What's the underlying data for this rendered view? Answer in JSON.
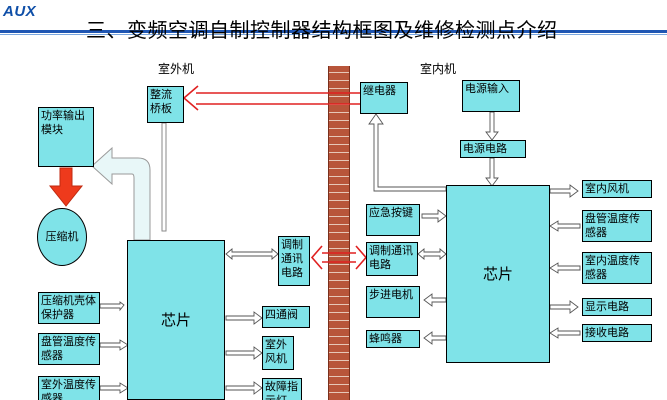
{
  "header": {
    "logo": "AUX",
    "title": "三、变频空调自制控制器结构框图及维修检测点介绍"
  },
  "regions": {
    "outdoor": "室外机",
    "indoor": "室内机"
  },
  "outdoor": {
    "rectifier": "整流桥板",
    "power_module": "功率输出模块",
    "compressor": "压缩机",
    "chip": "芯片",
    "comm_circuit": "调制通讯电路",
    "comp_shell_protector": "压缩机壳体保护器",
    "coil_temp_sensor": "盘管温度传感器",
    "outdoor_temp_sensor": "室外温度传感器",
    "four_way_valve": "四通阀",
    "outdoor_fan": "室外风机",
    "fault_indicator": "故障指示灯"
  },
  "indoor": {
    "relay": "继电器",
    "power_input": "电源输入",
    "power_circuit": "电源电路",
    "chip": "芯片",
    "emergency_button": "应急按键",
    "comm_circuit": "调制通讯电路",
    "stepper_motor": "步进电机",
    "buzzer": "蜂鸣器",
    "indoor_fan": "室内风机",
    "coil_temp_sensor": "盘管温度传感器",
    "indoor_temp_sensor": "室内温度传感器",
    "display_circuit": "显示电路",
    "receiver_circuit": "接收电路"
  },
  "colors": {
    "box_fill": "#7fe3e8",
    "red_arrow": "#e02020",
    "hollow_arrow_fill": "#ffffff",
    "big_arrow_fill": "#e8f7f8",
    "compressor_arrow": "#ee3a1c",
    "wall": "#b8553a",
    "logo_blue": "#1f56b3"
  }
}
